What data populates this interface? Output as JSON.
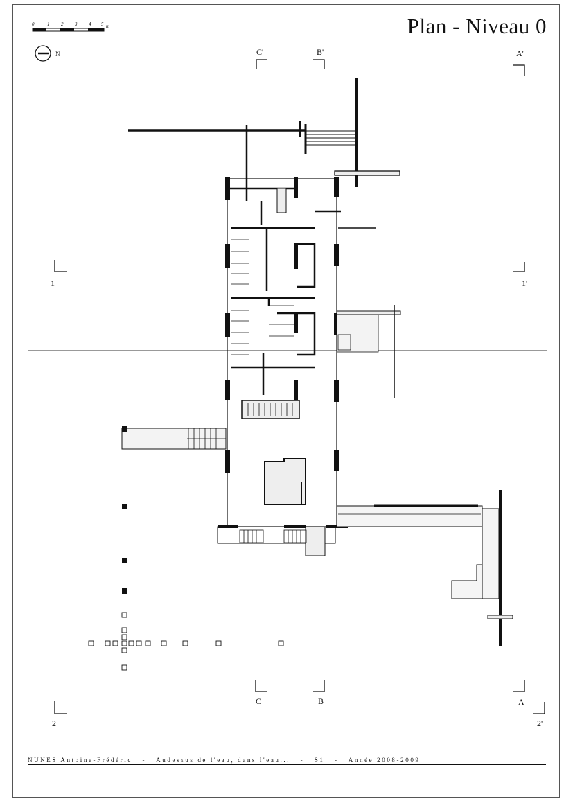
{
  "title": "Plan - Niveau 0",
  "north_label": "N",
  "scale": {
    "ticks": [
      "0",
      "1",
      "2",
      "3",
      "4",
      "5"
    ],
    "unit": "m"
  },
  "sections": {
    "A_top": "A'",
    "B_top": "B'",
    "C_top": "C'",
    "A_bottom": "A",
    "B_bottom": "B",
    "C_bottom": "C",
    "one_left": "1",
    "one_right": "1'",
    "two_left": "2",
    "two_right": "2'"
  },
  "footer": {
    "author": "NUNES Antoine-Frédéric",
    "project": "Audessus de l'eau, dans l'eau...",
    "semester": "S1",
    "year": "Année 2008-2009",
    "separator": "-"
  }
}
